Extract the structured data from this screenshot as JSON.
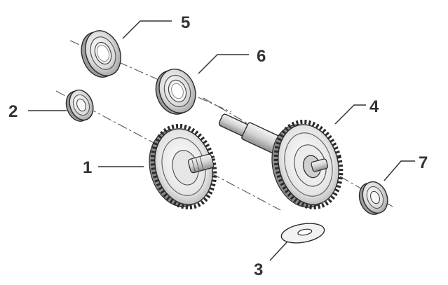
{
  "callouts": [
    {
      "id": "1",
      "label": "1"
    },
    {
      "id": "2",
      "label": "2"
    },
    {
      "id": "3",
      "label": "3"
    },
    {
      "id": "4",
      "label": "4"
    },
    {
      "id": "5",
      "label": "5"
    },
    {
      "id": "6",
      "label": "6"
    },
    {
      "id": "7",
      "label": "7"
    }
  ],
  "colors": {
    "line": "#333333",
    "metal_light": "#f2f2f2",
    "metal_mid": "#c8c8c8",
    "metal_dark": "#8a8a8a"
  }
}
